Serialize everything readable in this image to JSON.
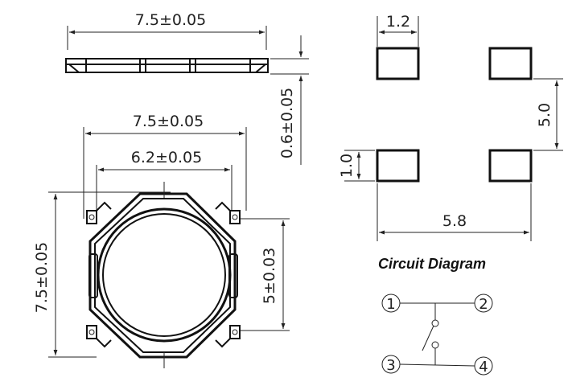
{
  "side_view": {
    "width_label": "7.5±0.05",
    "height_label": "0.6±0.05"
  },
  "top_view": {
    "outer_width_label": "7.5±0.05",
    "inner_width_label": "6.2±0.05",
    "height_label": "7.5±0.05",
    "pitch_label": "5±0.03"
  },
  "footprint": {
    "pad_width_label": "1.2",
    "pad_height_label": "1.0",
    "vertical_pitch_label": "5.0",
    "horizontal_pitch_label": "5.8"
  },
  "circuit": {
    "title": "Circuit Diagram",
    "pins": [
      "1",
      "2",
      "3",
      "4"
    ]
  },
  "colors": {
    "line": "#111111",
    "background": "#ffffff"
  }
}
